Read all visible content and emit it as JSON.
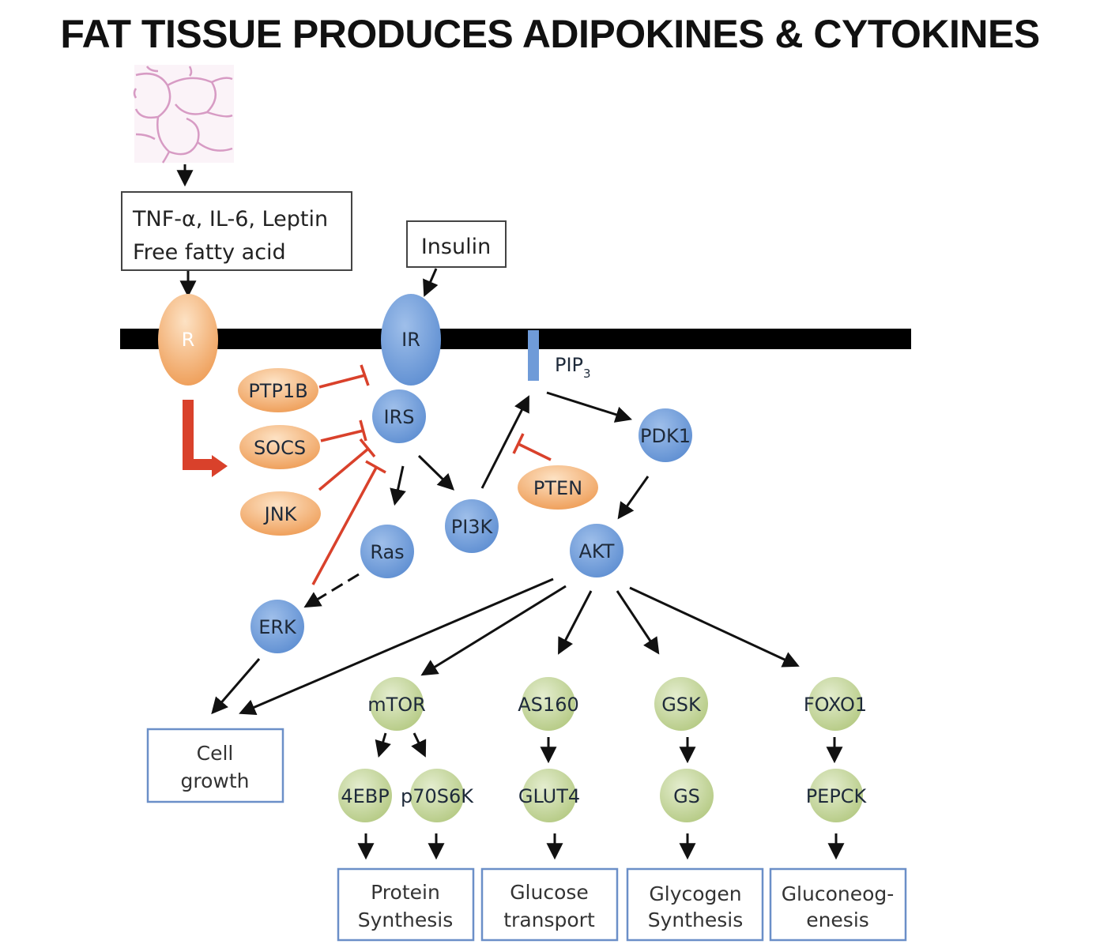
{
  "title": "FAT TISSUE PRODUCES ADIPOKINES & CYTOKINES",
  "inputs": {
    "cytokine_line1": "TNF-α, IL-6, Leptin",
    "cytokine_line2": "Free fatty acid",
    "insulin": "Insulin"
  },
  "receptors": {
    "R": "R",
    "IR": "IR"
  },
  "membrane_marker": {
    "label": "PIP",
    "subscript": "3"
  },
  "inhibitors": {
    "PTP1B": "PTP1B",
    "SOCS": "SOCS",
    "JNK": "JNK",
    "PTEN": "PTEN"
  },
  "signaling": {
    "IRS": "IRS",
    "PI3K": "PI3K",
    "PDK1": "PDK1",
    "AKT": "AKT",
    "Ras": "Ras",
    "ERK": "ERK"
  },
  "effectors": {
    "mTOR": "mTOR",
    "AS160": "AS160",
    "GSK": "GSK",
    "FOXO1": "FOXO1",
    "4EBP": "4EBP",
    "p70S6K": "p70S6K",
    "GLUT4": "GLUT4",
    "GS": "GS",
    "PEPCK": "PEPCK"
  },
  "outcomes": {
    "cell_growth": [
      "Cell",
      "growth"
    ],
    "protein_synthesis": [
      "Protein",
      "Synthesis"
    ],
    "glucose_transport": [
      "Glucose",
      "transport"
    ],
    "glycogen_synthesis": [
      "Glycogen",
      "Synthesis"
    ],
    "gluconeogenesis": [
      "Gluconeog-",
      "enesis"
    ]
  },
  "colors": {
    "blue_node": "#6f9bd8",
    "orange_node": "#f0a868",
    "green_node": "#c3d59a",
    "inhibit_red": "#d9412b",
    "membrane": "#000000",
    "outcome_border": "#6b8fc8",
    "tissue_line": "#d79bc4"
  }
}
